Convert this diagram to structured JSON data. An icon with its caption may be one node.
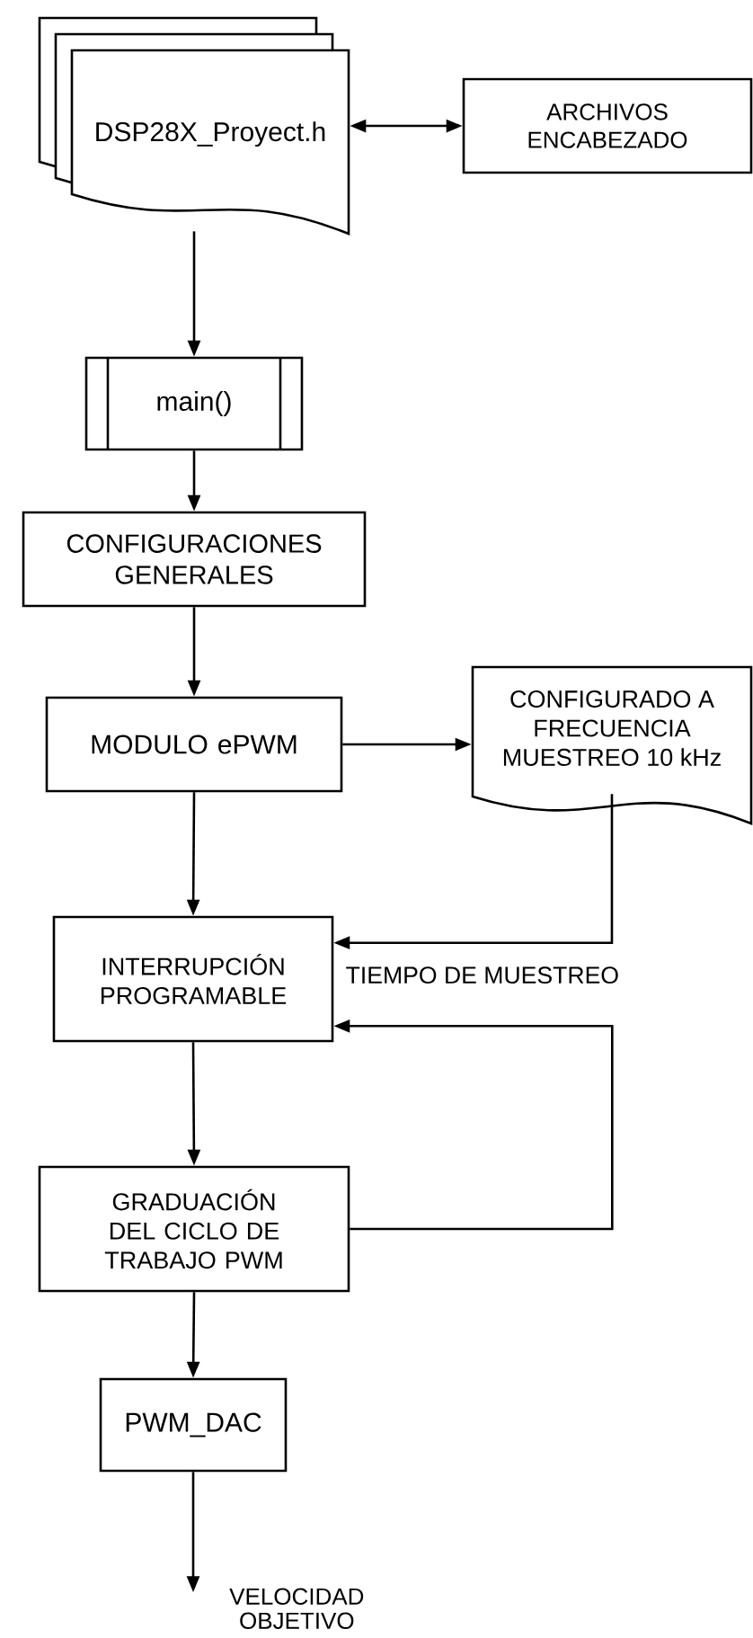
{
  "diagram": {
    "nodes": [
      {
        "text": [
          "DSP28X_Proyect.h"
        ]
      },
      {
        "text": [
          "ARCHIVOS ENCABEZADO"
        ]
      },
      {
        "text": [
          "main()"
        ]
      },
      {
        "text": [
          "CONFIGURACIONES GENERALES"
        ]
      },
      {
        "text": [
          "MODULO ePWM"
        ]
      },
      {
        "text": [
          "CONFIGURADO A FRECUENCIA MUESTREO 10 kHz"
        ]
      },
      {
        "text": [
          "INTERRUPCIÓN PROGRAMABLE"
        ]
      },
      {
        "text": [
          "GRADUACIÓN DEL CICLO DE TRABAJO PWM"
        ]
      },
      {
        "text": [
          "PWM_DAC"
        ]
      }
    ],
    "edges": [
      {
        "from": 0,
        "to": 1,
        "arrow": "both"
      },
      {
        "from": 0,
        "to": 2,
        "arrow": "to"
      },
      {
        "from": 2,
        "to": 3,
        "arrow": "to"
      },
      {
        "from": 3,
        "to": 4,
        "arrow": "to"
      },
      {
        "from": 4,
        "to": 5,
        "arrow": "to"
      },
      {
        "from": 4,
        "to": 6,
        "arrow": "to"
      },
      {
        "from": 5,
        "to": 6,
        "arrow": "to",
        "label": "TIEMPO DE MUESTREO"
      },
      {
        "from": 7,
        "to": 6,
        "arrow": "to"
      },
      {
        "from": 6,
        "to": 7,
        "arrow": "to"
      },
      {
        "from": 7,
        "to": 8,
        "arrow": "to"
      },
      {
        "from": 8,
        "to": null,
        "arrow": "to",
        "label": "VELOCIDAD OBJETIVO"
      }
    ]
  }
}
